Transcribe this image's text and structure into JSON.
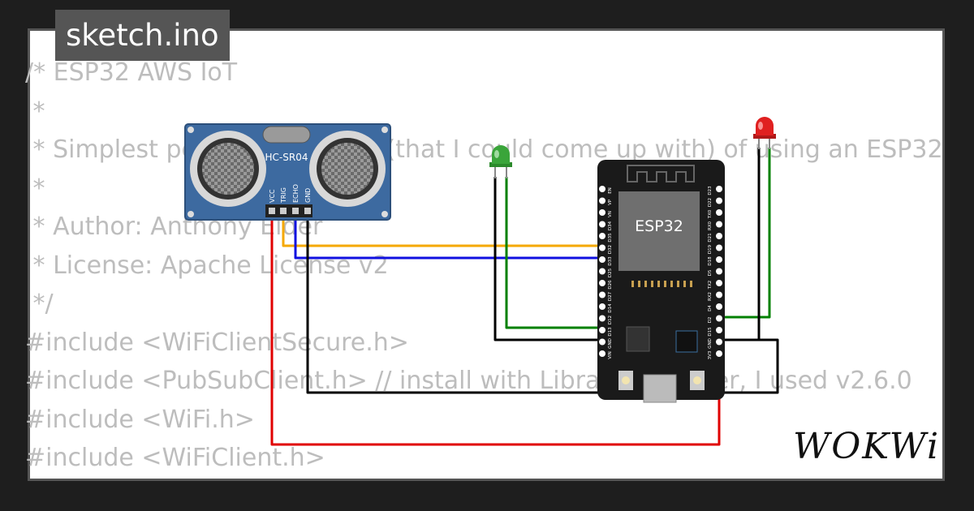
{
  "tab": {
    "filename": "sketch.ino"
  },
  "code_lines": [
    "/* ESP32 AWS IoT",
    " *",
    " * Simplest possible example (that I could come up with) of using an ESP32",
    " *",
    " * Author: Anthony Elder",
    " * License: Apache License v2",
    " */",
    "#include <WiFiClientSecure.h>",
    "#include <PubSubClient.h> // install with Library Manager, I used v2.6.0",
    "#include <WiFi.h>",
    "#include <WiFiClient.h>"
  ],
  "sensor": {
    "name": "HC-SR04",
    "pins": [
      "VCC",
      "TRIG",
      "ECHO",
      "GND"
    ]
  },
  "board": {
    "name": "ESP32",
    "left_pins": [
      "EN",
      "VP",
      "VN",
      "D34",
      "D35",
      "D32",
      "D33",
      "D25",
      "D26",
      "D27",
      "D14",
      "D12",
      "D13",
      "GND",
      "VIN"
    ],
    "right_pins": [
      "D23",
      "D22",
      "TX0",
      "RX0",
      "D21",
      "D19",
      "D18",
      "D5",
      "TX2",
      "RX2",
      "D4",
      "D2",
      "D15",
      "GND",
      "3V3"
    ]
  },
  "leds": [
    {
      "id": "led-green",
      "color": "#3aa53a"
    },
    {
      "id": "led-red",
      "color": "#e02020"
    }
  ],
  "wire_colors": {
    "trig": "#f5a800",
    "echo": "#1010e0",
    "vcc": "#e00000",
    "gnd": "#000000",
    "green_led": "#008000",
    "red_led": "#008000"
  },
  "brand": {
    "logo": "WOKWi"
  }
}
